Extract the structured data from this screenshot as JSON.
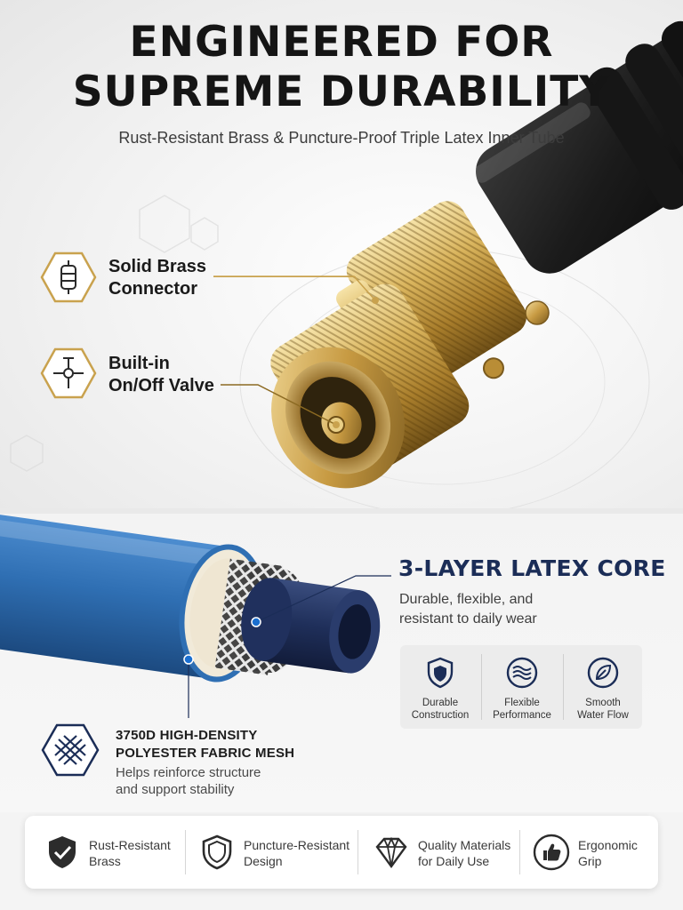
{
  "header": {
    "title_line1": "ENGINEERED FOR",
    "title_line2": "SUPREME DURABILITY",
    "subtitle": "Rust-Resistant Brass & Puncture-Proof Triple Latex Inner Tube"
  },
  "callouts": [
    {
      "line1": "Solid Brass",
      "line2": "Connector",
      "icon": "brass-connector-icon"
    },
    {
      "line1": "Built-in",
      "line2": "On/Off Valve",
      "icon": "valve-icon"
    }
  ],
  "core": {
    "title": "3-LAYER LATEX CORE",
    "desc_line1": "Durable, flexible, and",
    "desc_line2": "resistant to daily wear"
  },
  "core_features": [
    {
      "line1": "Durable",
      "line2": "Construction",
      "icon": "shield-icon"
    },
    {
      "line1": "Flexible",
      "line2": "Performance",
      "icon": "waves-icon"
    },
    {
      "line1": "Smooth",
      "line2": "Water Flow",
      "icon": "leaf-icon"
    }
  ],
  "mesh": {
    "title_line1": "3750D HIGH-DENSITY",
    "title_line2": "POLYESTER FABRIC MESH",
    "desc_line1": "Helps reinforce structure",
    "desc_line2": "and support stability"
  },
  "bottom_features": [
    {
      "line1": "Rust-Resistant",
      "line2": "Brass",
      "icon": "shield-check-icon"
    },
    {
      "line1": "Puncture-Resistant",
      "line2": "Design",
      "icon": "shield-outline-icon"
    },
    {
      "line1": "Quality Materials",
      "line2": "for Daily Use",
      "icon": "diamond-icon"
    },
    {
      "line1": "Ergonomic",
      "line2": "Grip",
      "icon": "thumbs-up-icon"
    }
  ],
  "colors": {
    "gold": "#c9a24e",
    "navy": "#1b2d57",
    "hose_blue": "#2f6fb3"
  }
}
